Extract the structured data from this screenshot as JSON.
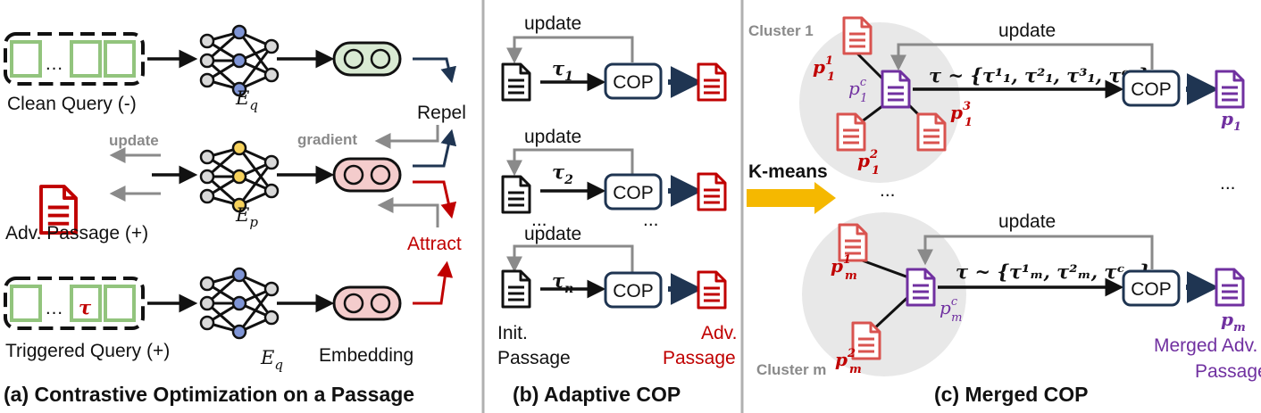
{
  "colors": {
    "red": "#c00000",
    "purple": "#7030a0",
    "navy": "#1f3552",
    "gray": "#8a8a8a",
    "green": "#92c47d",
    "gold": "#f5b800",
    "node_blue": "#7f95d6",
    "node_yellow": "#f7d25c"
  },
  "icons": [
    "encoder-network-icon",
    "embedding-pill-icon",
    "document-icon",
    "arrow-icon"
  ],
  "panel_a": {
    "caption": "(a) Contrastive Optimization on a Passage",
    "clean_query": "Clean Query (-)",
    "adv_passage": "Adv. Passage (+)",
    "triggered_query": "Triggered Query (+)",
    "update": "update",
    "gradient": "gradient",
    "repel": "Repel",
    "attract": "Attract",
    "embedding": "Embedding",
    "dots": "…",
    "trigger": "τ",
    "enc_q_base": "E",
    "enc_q_sub": "q",
    "enc_p_base": "E",
    "enc_p_sub": "p"
  },
  "panel_b": {
    "caption": "(b) Adaptive COP",
    "update": "update",
    "cop": "COP",
    "tau1_sub": "1",
    "tau2_sub": "2",
    "taun_sub": "n",
    "tau": "τ",
    "ellipsis": "...",
    "init_line1": "Init.",
    "init_line2": "Passage",
    "adv_line1": "Adv.",
    "adv_line2": "Passage"
  },
  "panel_c": {
    "caption": "(c) Merged COP",
    "cluster1": "Cluster 1",
    "clusterm": "Cluster m",
    "kmeans": "K-means",
    "update": "update",
    "cop": "COP",
    "ellipsis": "...",
    "merged_line1": "Merged Adv.",
    "merged_line2": "Passage",
    "formula1": "τ ~ {τ¹₁, τ²₁, τ³₁, τᶜ₁}",
    "formula2": "τ ~ {τ¹ₘ, τ²ₘ, τᶜₘ}",
    "p": "p",
    "p1_sub": "1",
    "pm_sub": "m",
    "sup1": "1",
    "sup2": "2",
    "sup3": "3",
    "supc": "c"
  }
}
